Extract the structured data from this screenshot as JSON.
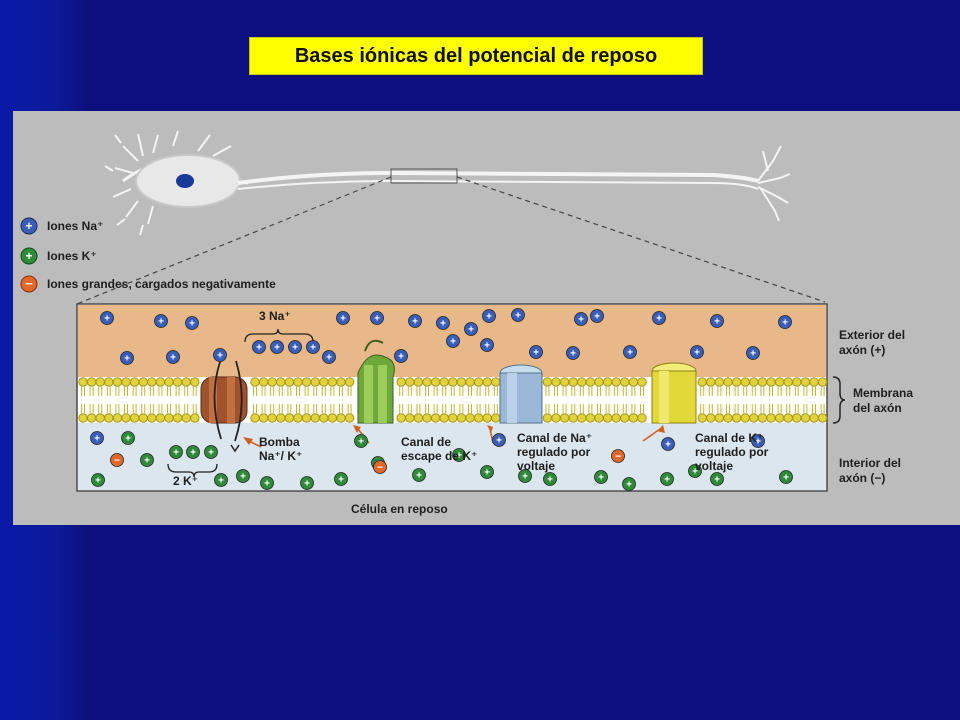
{
  "title": "Bases iónicas del potencial de reposo",
  "legend": [
    {
      "label": "Iones Na⁺",
      "symbol": "+",
      "color": "#3b5fb8"
    },
    {
      "label": "Iones K⁺",
      "symbol": "+",
      "color": "#2f8a3a"
    },
    {
      "label": "Iones grandes, cargados negativamente",
      "symbol": "−",
      "color": "#e0682a"
    }
  ],
  "labels": {
    "na3": "3 Na⁺",
    "k2": "2 K⁺",
    "exterior_line1": "Exterior del",
    "exterior_line2": "axón (+)",
    "membrane_line1": "Membrana",
    "membrane_line2": "del axón",
    "interior_line1": "Interior del",
    "interior_line2": "axón (−)",
    "bomba_line1": "Bomba",
    "bomba_line2": "Na⁺/ K⁺",
    "escape_line1": "Canal de",
    "escape_line2": "escape de K⁺",
    "nachan_line1": "Canal de Na⁺",
    "nachan_line2": "regulado por",
    "nachan_line3": "voltaje",
    "kchan_line1": "Canal de K⁺",
    "kchan_line2": "regulado por",
    "kchan_line3": "voltaje",
    "caption": "Célula en reposo"
  },
  "colors": {
    "na": "#3b5fb8",
    "k": "#2f8a3a",
    "anion": "#e0682a",
    "exterior": "#e8b888",
    "interior": "#d8e4ec",
    "lipid": "#e2d23c",
    "pump": "#a0522d",
    "escape": "#6fa83a",
    "na_channel": "#9cb8d8",
    "k_channel": "#e2d83a"
  }
}
